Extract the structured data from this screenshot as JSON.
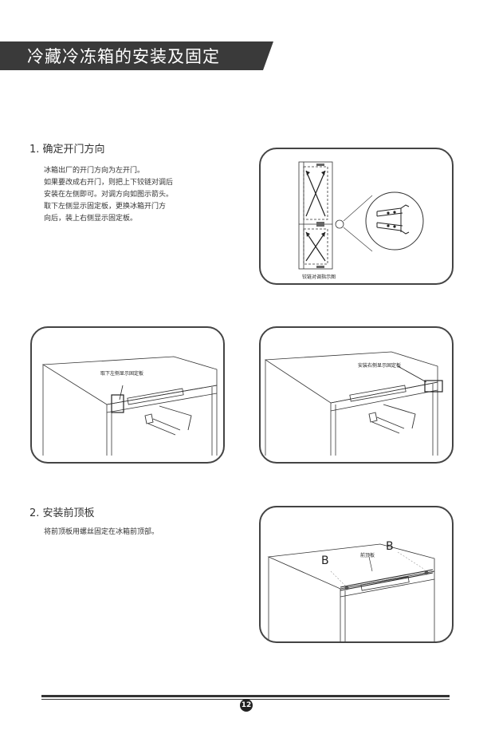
{
  "header": {
    "title": "冷藏冷冻箱的安装及固定"
  },
  "section1": {
    "title": "1. 确定开门方向",
    "lines": [
      "冰箱出厂的开门方向为左开门。",
      "如果要改成右开门，则把上下铰链对调后",
      "安装在左侧即可。对调方向如图示箭头。",
      "取下左侧显示固定板，更换冰箱开门方",
      "向后，装上右侧显示固定板。"
    ],
    "fig_caption": "铰链对调指示图"
  },
  "fig_left": {
    "label": "取下左侧显示固定板"
  },
  "fig_right": {
    "label": "安装右侧显示固定板"
  },
  "section2": {
    "title": "2. 安装前顶板",
    "text": "将前顶板用螺丝固定在冰箱前顶部。",
    "fig_label": "前顶板",
    "marker_b": "B"
  },
  "footer": {
    "page_number": "12"
  }
}
